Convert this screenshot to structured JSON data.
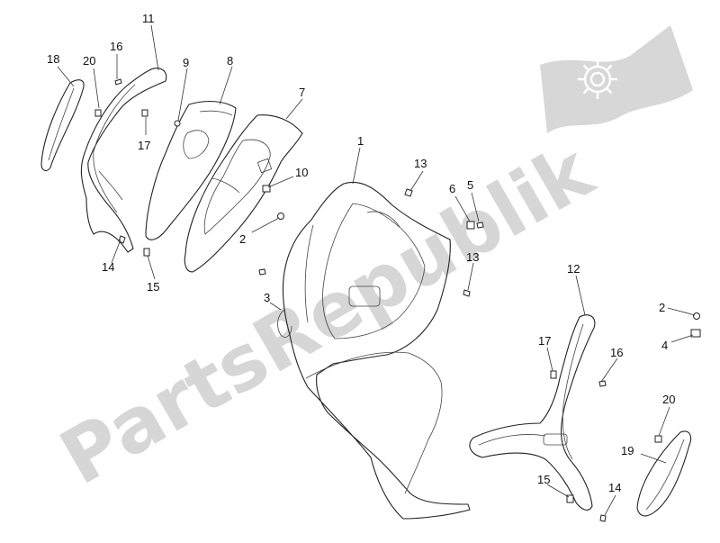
{
  "watermark": {
    "text": "PartsRepublik",
    "icon": "gear-icon",
    "color": "#c9c9c9"
  },
  "callouts": [
    {
      "id": "c18a",
      "text": "18"
    },
    {
      "id": "c20a",
      "text": "20"
    },
    {
      "id": "c16a",
      "text": "16"
    },
    {
      "id": "c11",
      "text": "11"
    },
    {
      "id": "c9",
      "text": "9"
    },
    {
      "id": "c8",
      "text": "8"
    },
    {
      "id": "c7",
      "text": "7"
    },
    {
      "id": "c17a",
      "text": "17"
    },
    {
      "id": "c1",
      "text": "1"
    },
    {
      "id": "c13a",
      "text": "13"
    },
    {
      "id": "c6",
      "text": "6"
    },
    {
      "id": "c5",
      "text": "5"
    },
    {
      "id": "c10",
      "text": "10"
    },
    {
      "id": "c2a",
      "text": "2"
    },
    {
      "id": "c14a",
      "text": "14"
    },
    {
      "id": "c15a",
      "text": "15"
    },
    {
      "id": "c13b",
      "text": "13"
    },
    {
      "id": "c3",
      "text": "3"
    },
    {
      "id": "c12",
      "text": "12"
    },
    {
      "id": "c2b",
      "text": "2"
    },
    {
      "id": "c4",
      "text": "4"
    },
    {
      "id": "c17b",
      "text": "17"
    },
    {
      "id": "c16b",
      "text": "16"
    },
    {
      "id": "c20b",
      "text": "20"
    },
    {
      "id": "c19",
      "text": "19"
    },
    {
      "id": "c15b",
      "text": "15"
    },
    {
      "id": "c14b",
      "text": "14"
    }
  ]
}
